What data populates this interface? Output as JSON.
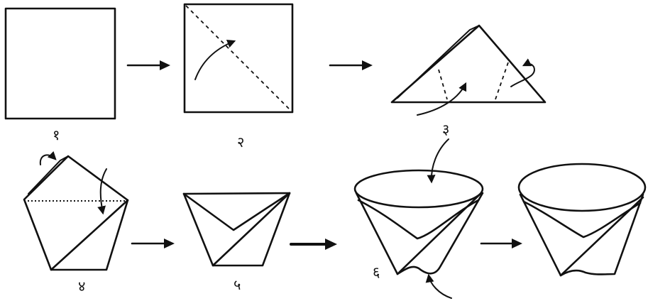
{
  "steps": [
    {
      "id": 1,
      "label": "१"
    },
    {
      "id": 2,
      "label": "२"
    },
    {
      "id": 3,
      "label": "३"
    },
    {
      "id": 4,
      "label": "४"
    },
    {
      "id": 5,
      "label": "५"
    },
    {
      "id": 6,
      "label": "६"
    },
    {
      "id": 7,
      "label": ""
    }
  ],
  "colors": {
    "ink": "#111111",
    "paper": "#ffffff"
  },
  "icons": [
    "right-arrow-icon",
    "curved-arrow-icon",
    "fold-arrow-icon"
  ]
}
